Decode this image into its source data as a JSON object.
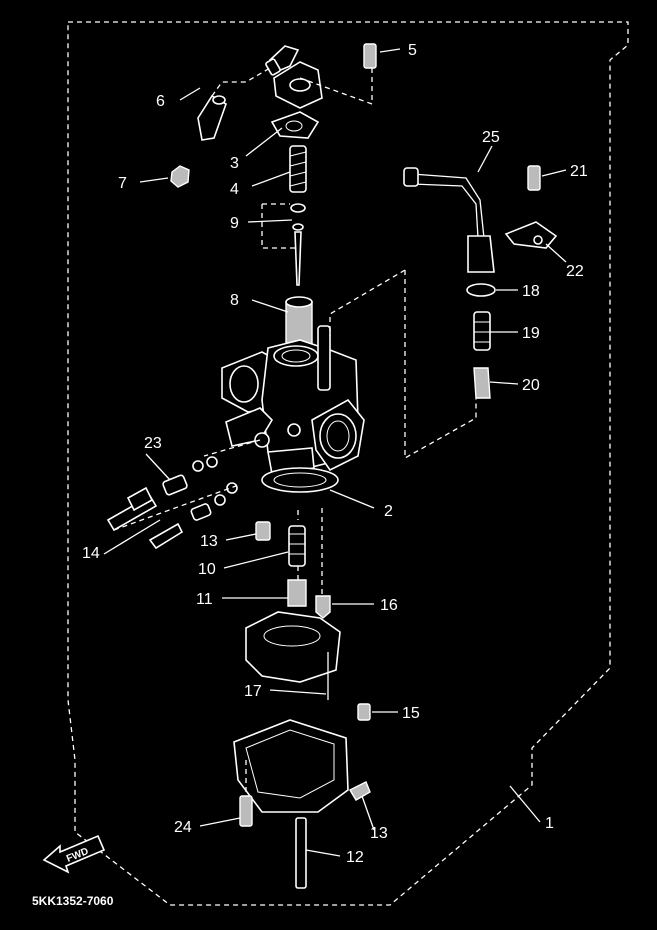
{
  "diagram": {
    "code": "5KK1352-7060",
    "fwd_label": "FWD",
    "callouts": [
      "1",
      "2",
      "3",
      "4",
      "5",
      "6",
      "7",
      "8",
      "9",
      "10",
      "11",
      "12",
      "13",
      "13",
      "14",
      "15",
      "16",
      "17",
      "18",
      "19",
      "20",
      "21",
      "22",
      "23",
      "24",
      "25"
    ]
  },
  "colors": {
    "background": "#000000",
    "ink": "#ffffff"
  }
}
